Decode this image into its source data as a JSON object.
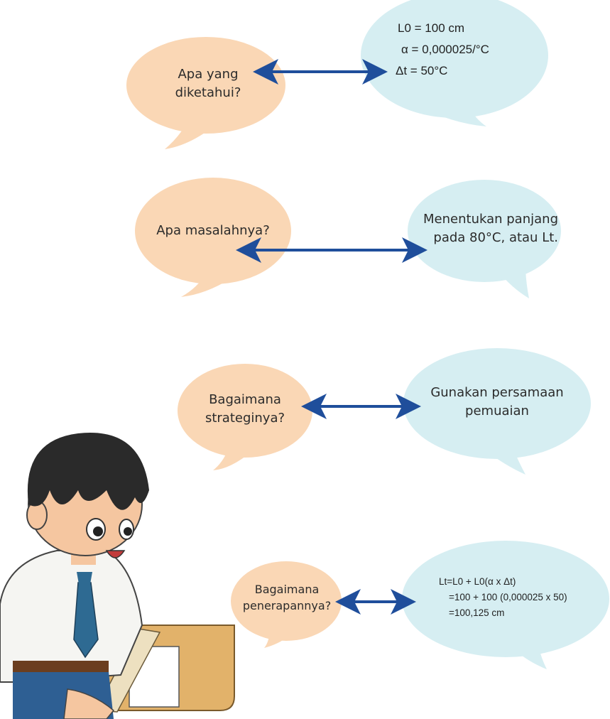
{
  "dialogue": [
    {
      "question": [
        "Apa yang",
        "diketahui?"
      ],
      "answer_lines": [
        "L0 = 100 cm",
        "α = 0,000025/°C",
        "Δt = 50°C"
      ]
    },
    {
      "question": [
        "Apa masalahnya?"
      ],
      "answer_lines": [
        "Menentukan panjang",
        "pada 80°C, atau Lt."
      ]
    },
    {
      "question": [
        "Bagaimana",
        "strateginya?"
      ],
      "answer_lines": [
        "Gunakan persamaan",
        "pemuaian"
      ]
    },
    {
      "question": [
        "Bagaimana",
        "penerapannya?"
      ],
      "answer_lines": [
        "Lt=L0 + L0(α x Δt)",
        "=100 + 100 (0,000025 x 50)",
        "=100,125 cm"
      ]
    }
  ],
  "colors": {
    "question_bubble": "#FAD7B5",
    "answer_bubble": "#D6EEF2",
    "arrow": "#1F4E9B"
  }
}
